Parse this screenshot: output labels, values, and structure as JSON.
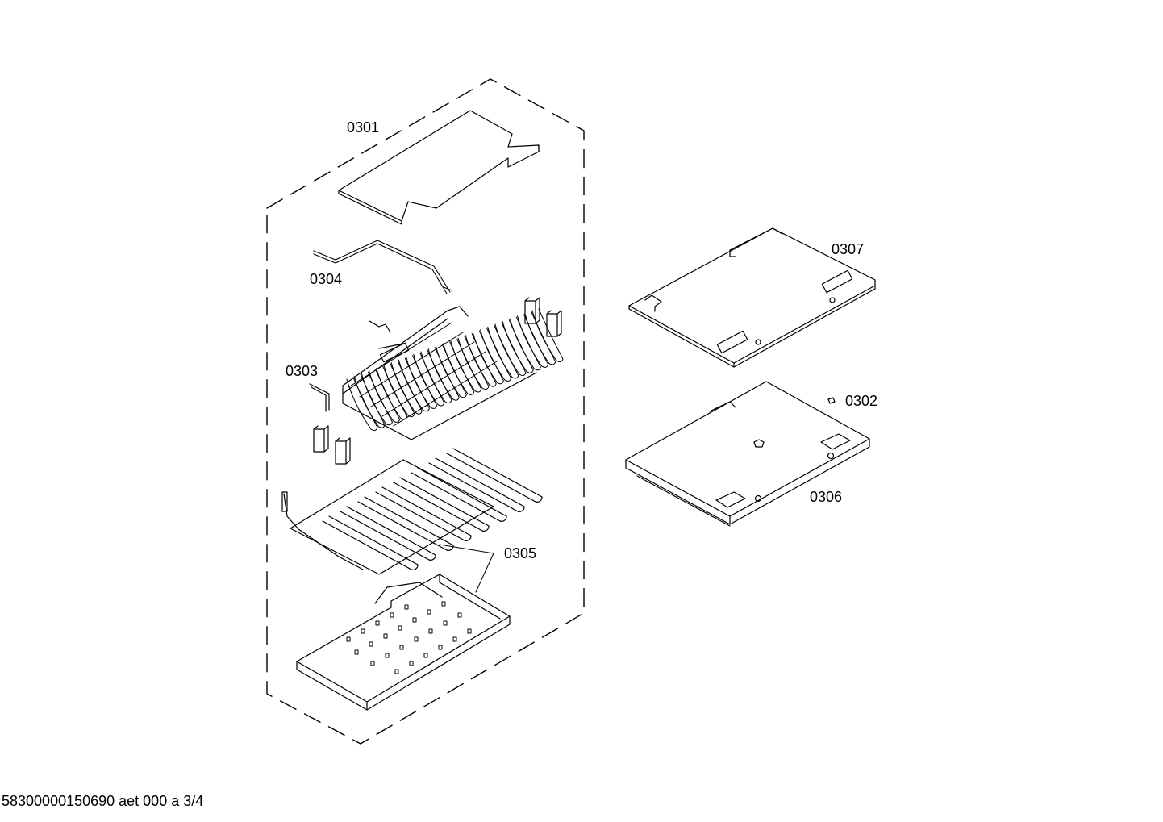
{
  "labels": {
    "p0301": "0301",
    "p0302": "0302",
    "p0303": "0303",
    "p0304": "0304",
    "p0305": "0305",
    "p0306": "0306",
    "p0307": "0307"
  },
  "footer": "58300000150690 aet 000 a 3/4"
}
